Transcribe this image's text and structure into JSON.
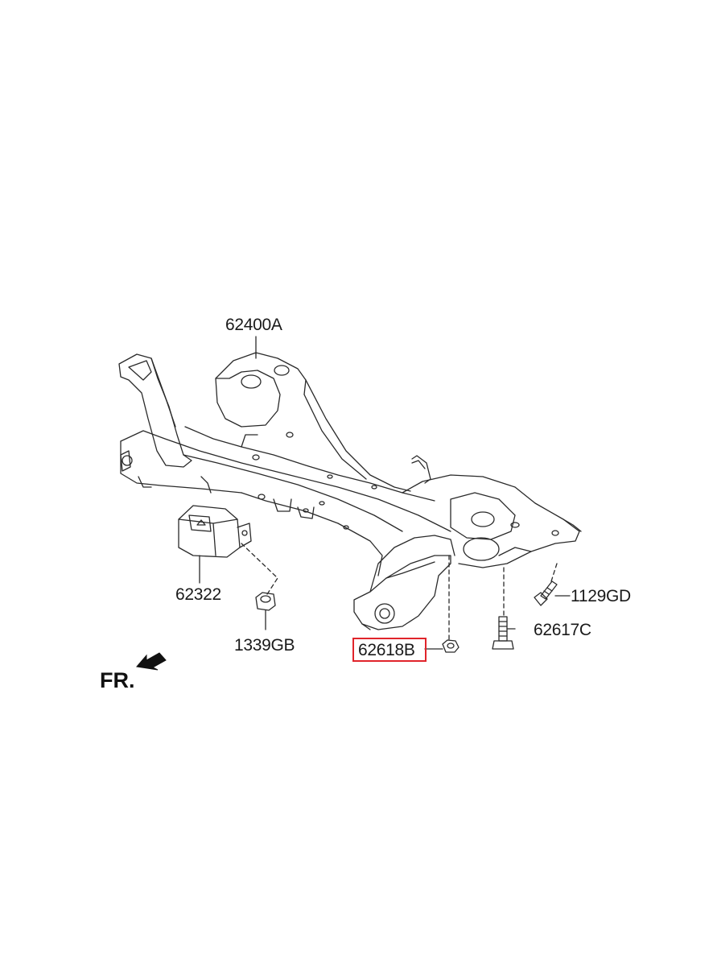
{
  "diagram": {
    "parts": {
      "subframe": "62400A",
      "mount_bracket": "62322",
      "bracket_nut": "1339GB",
      "subframe_nut": "62618B",
      "subframe_bolt": "62617C",
      "stay_bolt": "1129GD"
    },
    "highlighted_part": "62618B",
    "direction_label": "FR."
  },
  "colors": {
    "line": "#2a2a2a",
    "highlight": "#e0242b",
    "background": "#ffffff"
  },
  "icons": {
    "front_arrow": "front-direction-arrow-icon"
  }
}
